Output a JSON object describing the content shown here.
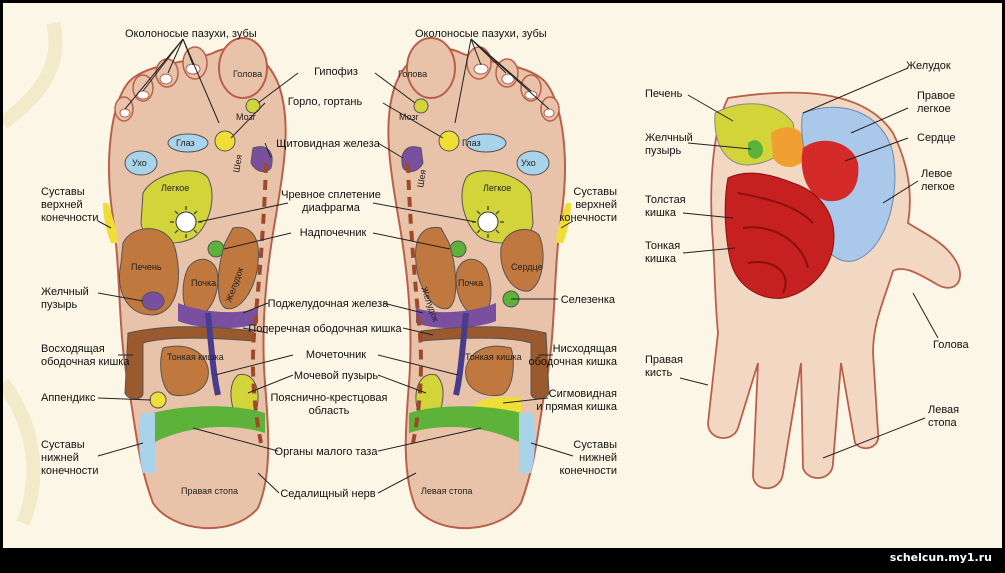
{
  "diagram": {
    "colors": {
      "foot_fill": "#e9c3a9",
      "foot_stroke": "#b9604a",
      "line": "#333333",
      "liver": "#c0783e",
      "lung": "#d2d43a",
      "kidney": "#7a4fa0",
      "colon": "#9a5a2e",
      "spine_dash": "#9e4a2a",
      "green": "#5db33a",
      "blue_zone": "#a9d3ea",
      "yellow": "#f0dd35"
    },
    "left_foot": {
      "sinus_teeth": "Околоносые пазухи, зубы",
      "head": "Голова",
      "brain": "Мозг",
      "eye": "Глаз",
      "ear": "Ухо",
      "neck": "Шея",
      "lung": "Легкое",
      "liver": "Печень",
      "kidney": "Почка",
      "stomach": "Желудок",
      "small_intestine": "Тонкая кишка",
      "foot_name": "Правая стопа"
    },
    "right_foot": {
      "sinus_teeth": "Околоносые пазухи, зубы",
      "head": "Голова",
      "brain": "Мозг",
      "eye": "Глаз",
      "ear": "Ухо",
      "neck": "Шея",
      "lung": "Легкое",
      "heart": "Сердце",
      "kidney": "Почка",
      "stomach": "Желудок",
      "small_intestine": "Тонкая кишка",
      "foot_name": "Левая стопа"
    },
    "left_side_labels": {
      "upper_joints": "Суставы\nверхней\nконечности",
      "gallbladder": "Желчный\nпузырь",
      "ascending_colon": "Восходящая\nободочная кишка",
      "appendix": "Аппендикс",
      "lower_joints": "Суставы\nнижней\nконечности"
    },
    "center_labels": {
      "pituitary": "Гипофиз",
      "throat": "Горло, гортань",
      "thyroid": "Щитовидная железа",
      "solar_plexus": "Чревное сплетение\nдиафрагма",
      "adrenal": "Надпочечник",
      "pancreas": "Поджелудочная железа",
      "transverse_colon": "Поперечная ободочная кишка",
      "ureter": "Мочеточник",
      "bladder": "Мочевой пузырь",
      "lumbosacral": "Пояснично-крестцовая\nобласть",
      "pelvic": "Органы малого таза",
      "sciatic": "Седалищный нерв"
    },
    "right_side_labels": {
      "upper_joints": "Суставы\nверхней\nконечности",
      "spleen": "Селезенка",
      "descending_colon": "Нисходящая\nободочная кишка",
      "sigmoid": "Сигмовидная\nи прямая кишка",
      "lower_joints": "Суставы\nнижней\nконечности"
    },
    "hand": {
      "liver": "Печень",
      "gallbladder": "Желчный\nпузырь",
      "large_intestine": "Толстая\nкишка",
      "small_intestine": "Тонкая\nкишка",
      "right_hand": "Правая\nкисть",
      "stomach": "Желудок",
      "right_lung": "Правое\nлегкое",
      "heart": "Сердце",
      "left_lung": "Левое\nлегкое",
      "head": "Голова",
      "left_foot": "Левая\nстопа"
    },
    "watermark": "schelcun.my1.ru"
  }
}
